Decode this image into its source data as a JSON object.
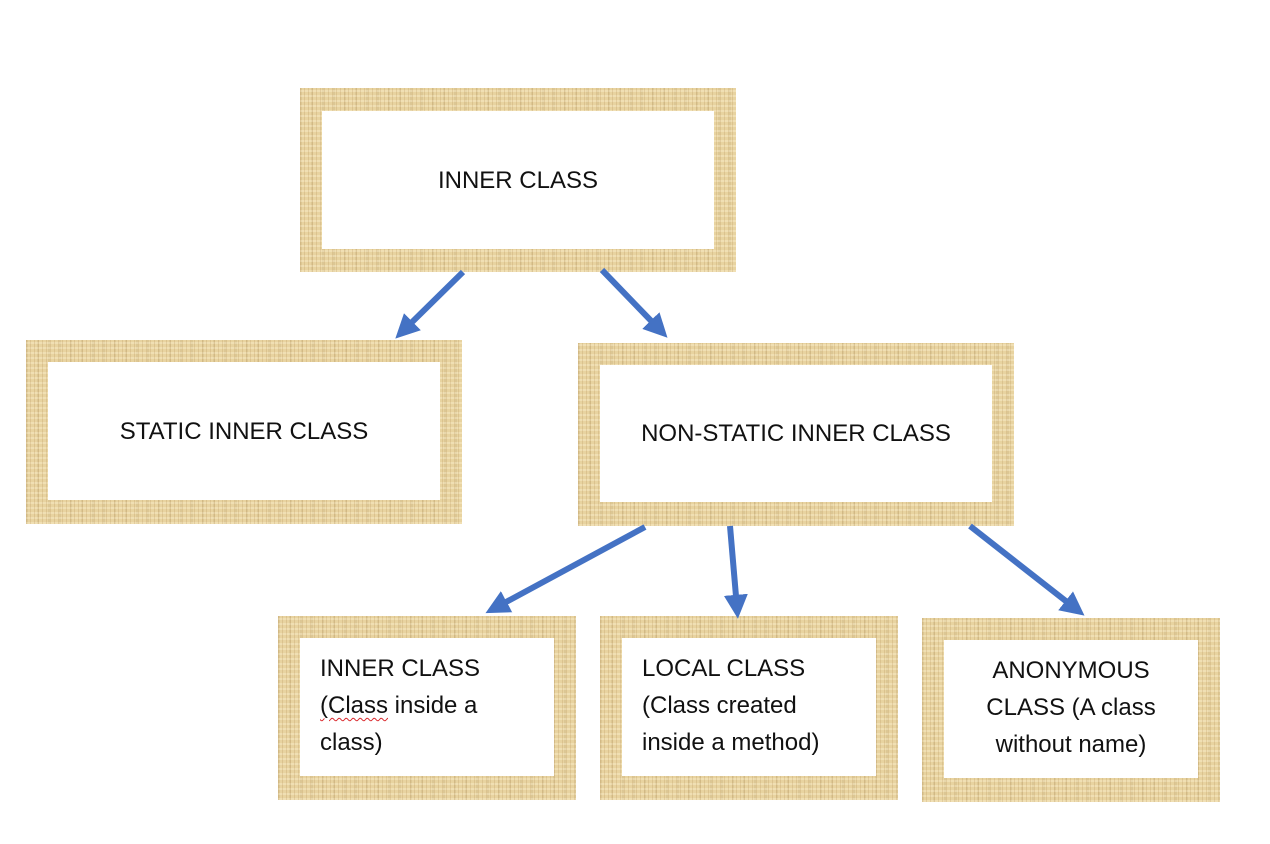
{
  "diagram": {
    "root": {
      "label": "INNER CLASS"
    },
    "static_node": {
      "label": "STATIC INNER CLASS"
    },
    "non_static_node": {
      "label": "NON-STATIC INNER CLASS"
    },
    "inner_class_node": {
      "line1": "INNER CLASS",
      "line2_word": "(Class",
      "line2_rest": " inside a",
      "line3": "class)"
    },
    "local_class_node": {
      "line1": "LOCAL CLASS",
      "line2": "(Class created",
      "line3": "inside a method)"
    },
    "anonymous_class_node": {
      "line1": "ANONYMOUS",
      "line2": "CLASS (A class",
      "line3": "without name)"
    },
    "colors": {
      "arrow": "#4472c4",
      "frame": "#e8d3a0",
      "spellcheck_underline": "#d9262b"
    }
  }
}
